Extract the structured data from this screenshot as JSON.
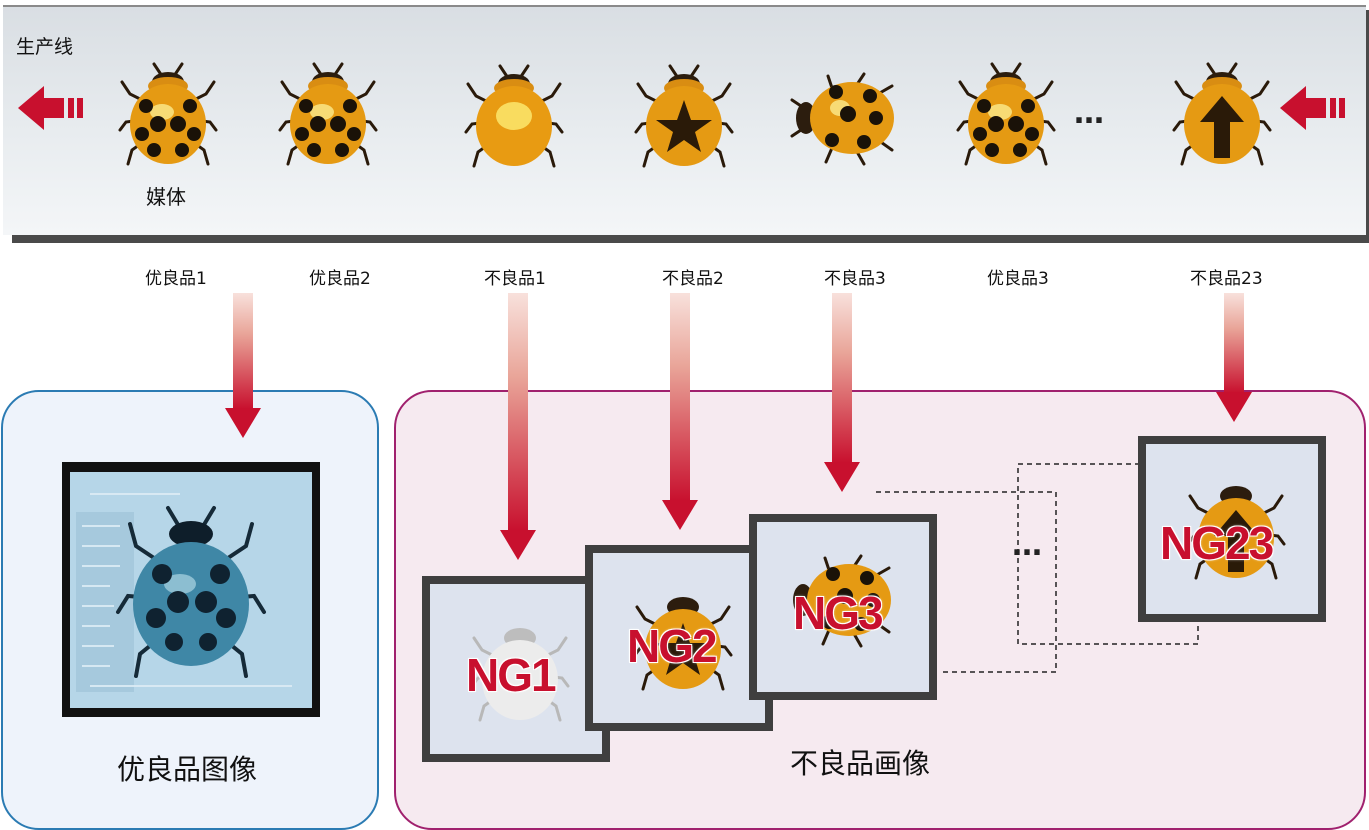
{
  "production_line": {
    "label": "生产线",
    "medium_label": "媒体",
    "ellipsis": "…",
    "direction_arrow_icon": "left-arrow-icon",
    "item_labels": [
      "优良品1",
      "优良品2",
      "不良品1",
      "不良品2",
      "不良品3",
      "优良品3",
      "不良品23"
    ]
  },
  "good_panel": {
    "title": "优良品图像",
    "monitor_icon": "monitor-icon"
  },
  "ng_panel": {
    "title": "不良品画像",
    "ellipsis": "…",
    "frames": [
      "NG1",
      "NG2",
      "NG3",
      "NG23"
    ]
  },
  "colors": {
    "arrow": "#c8102e",
    "good_panel_border": "#2b7bb3",
    "ng_panel_border": "#a0216e",
    "ladybug_body": "#e59a13",
    "good_image_ladybug": "#3f87a6"
  }
}
